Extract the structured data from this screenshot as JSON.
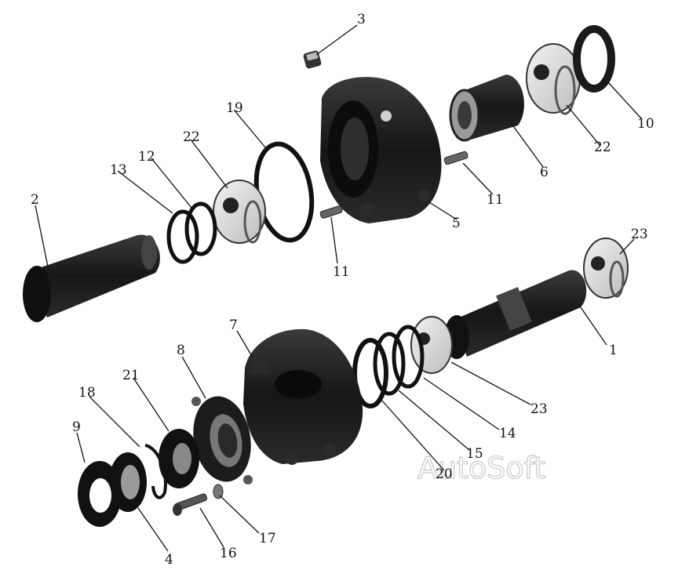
{
  "watermark": "AutoSoft",
  "labels": {
    "l1": "1",
    "l2": "2",
    "l3": "3",
    "l4": "4",
    "l5": "5",
    "l6": "6",
    "l7": "7",
    "l8": "8",
    "l9": "9",
    "l10": "10",
    "l11a": "11",
    "l11b": "11",
    "l12": "12",
    "l13": "13",
    "l14": "14",
    "l15": "15",
    "l16": "16",
    "l17": "17",
    "l18": "18",
    "l19": "19",
    "l20": "20",
    "l21": "21",
    "l22a": "22",
    "l22b": "22",
    "l23a": "23",
    "l23b": "23"
  },
  "colors": {
    "ink": "#111111",
    "metal_dark": "#1c1c1c",
    "metal_light": "#e6e6e6"
  }
}
